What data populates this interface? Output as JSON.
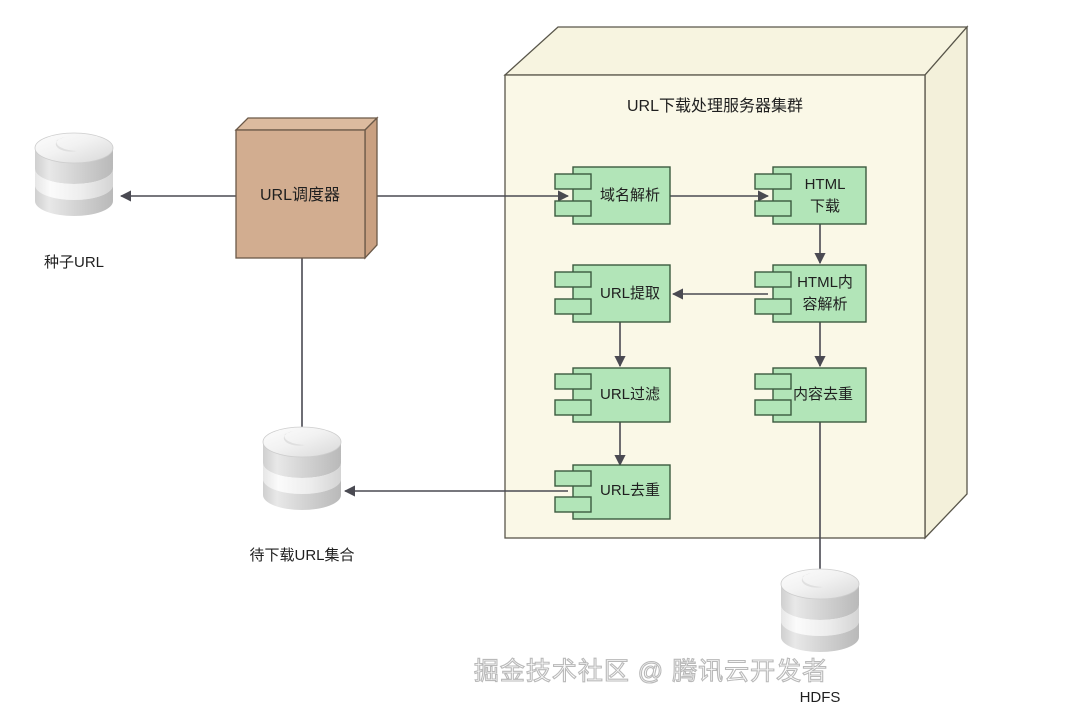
{
  "diagram": {
    "title": "URL下载处理服务器集群",
    "watermark": "掘金技术社区 @ 腾讯云开发者",
    "colors": {
      "component_fill": "#b2e5b8",
      "component_stroke": "#3b5a3f",
      "cluster_fill": "#faf8e7",
      "cluster_stroke": "#59564a",
      "scheduler_fill": "#d2ad90",
      "scheduler_stroke": "#6b5948",
      "edge_stroke": "#4a4a52",
      "cylinder_fill": "#e3e3e3",
      "background": "#ffffff"
    }
  },
  "scheduler": {
    "label": "URL调度器"
  },
  "datastores": [
    {
      "id": "seed-url",
      "label": "种子URL"
    },
    {
      "id": "pending-url-set",
      "label": "待下载URL集合"
    },
    {
      "id": "hdfs",
      "label": "HDFS"
    }
  ],
  "components": [
    {
      "id": "domain-resolve",
      "label": "域名解析",
      "lines": [
        "域名解析"
      ]
    },
    {
      "id": "html-download",
      "label": "HTML下载",
      "lines": [
        "HTML",
        "下载"
      ]
    },
    {
      "id": "url-extract",
      "label": "URL提取",
      "lines": [
        "URL提取"
      ]
    },
    {
      "id": "html-content-parse",
      "label": "HTML内容解析",
      "lines": [
        "HTML内",
        "容解析"
      ]
    },
    {
      "id": "url-filter",
      "label": "URL过滤",
      "lines": [
        "URL过滤"
      ]
    },
    {
      "id": "content-dedup",
      "label": "内容去重",
      "lines": [
        "内容去重"
      ]
    },
    {
      "id": "url-dedup",
      "label": "URL去重",
      "lines": [
        "URL去重"
      ]
    }
  ],
  "edges": [
    {
      "from": "scheduler",
      "to": "seed-url",
      "direction": "left"
    },
    {
      "from": "scheduler",
      "to": "domain-resolve",
      "direction": "right"
    },
    {
      "from": "scheduler",
      "to": "pending-url-set",
      "direction": "down"
    },
    {
      "from": "domain-resolve",
      "to": "html-download",
      "direction": "right"
    },
    {
      "from": "html-download",
      "to": "html-content-parse",
      "direction": "down"
    },
    {
      "from": "html-content-parse",
      "to": "url-extract",
      "direction": "left"
    },
    {
      "from": "html-content-parse",
      "to": "content-dedup",
      "direction": "down"
    },
    {
      "from": "url-extract",
      "to": "url-filter",
      "direction": "down"
    },
    {
      "from": "url-filter",
      "to": "url-dedup",
      "direction": "down"
    },
    {
      "from": "url-dedup",
      "to": "pending-url-set",
      "direction": "left"
    },
    {
      "from": "content-dedup",
      "to": "hdfs",
      "direction": "down"
    }
  ]
}
